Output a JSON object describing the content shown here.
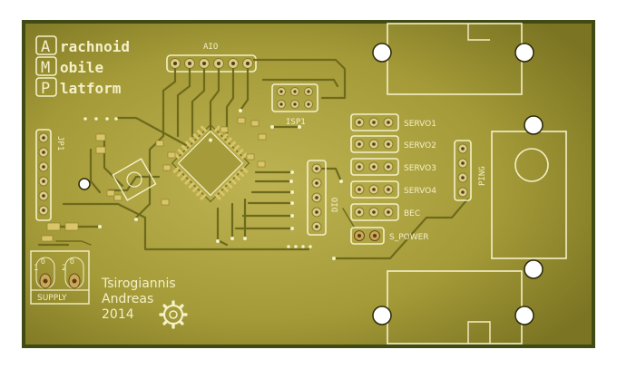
{
  "board": {
    "logo_letters": [
      "A",
      "M",
      "P"
    ],
    "title_lines": [
      "rachnoid",
      "obile",
      "latform"
    ],
    "author_line1": "Tsirogiannis",
    "author_line2": "Andreas",
    "year": "2014",
    "colors": {
      "frame": "#3f4a14",
      "board_edge": "#7a7a22",
      "board_center": "#b8ad4a",
      "silkscreen": "#f4f0c8",
      "trace": "#6e6a1c"
    }
  },
  "labels": {
    "aio": "AIO",
    "isp": "ISP1",
    "jp1": "JP1",
    "dio": "DIO",
    "ping": "PING",
    "supply": "SUPPLY",
    "supply_pins": [
      "1",
      "2"
    ],
    "supply_marks": [
      "O",
      "O"
    ],
    "servos": [
      "SERVO1",
      "SERVO2",
      "SERVO3",
      "SERVO4",
      "BEC",
      "S_POWER"
    ]
  }
}
